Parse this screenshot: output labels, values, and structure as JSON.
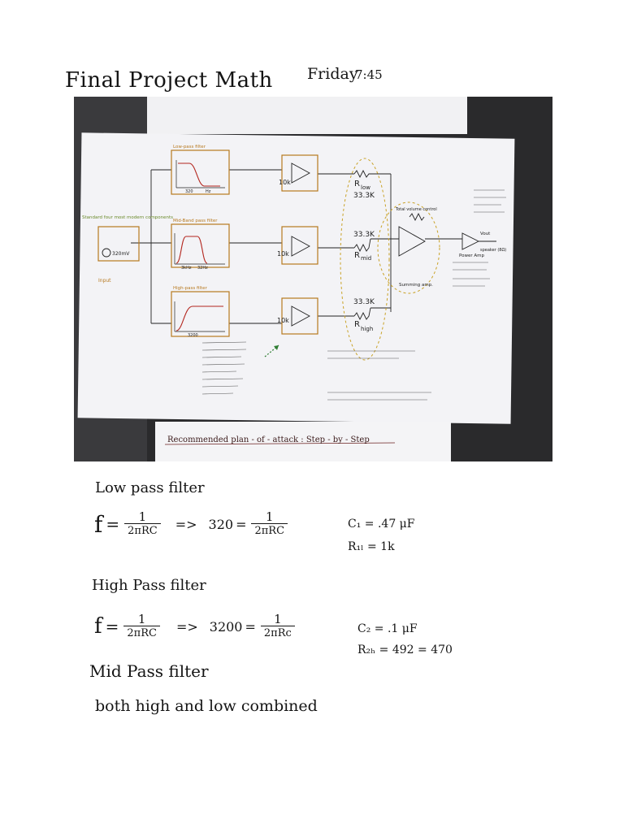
{
  "header": {
    "title": "Final Project Math",
    "day": "Friday",
    "time": "7:45"
  },
  "photo": {
    "plan_heading": "Recommended plan - of - attack : Step - by - Step",
    "boxes": {
      "low": {
        "title": "Low-pass filter",
        "xtick1": "320",
        "xtick2": "Hz"
      },
      "mid": {
        "title": "Mid-Band pass filter",
        "xtick1": "3kHz",
        "xtick2": "32Hz"
      },
      "high": {
        "title": "High-pass filter",
        "xtick1": "3200"
      }
    },
    "labels": {
      "source_title": "Standard four most modern components",
      "source_value": "320mV",
      "input": "Input",
      "r_in_low": "10k",
      "r_in_mid": "10k",
      "r_in_high": "10k",
      "r_low": "R",
      "r_low_sub": "low",
      "r_low_val": "33.3K",
      "r_mid_val": "33.3K",
      "r_mid": "R",
      "r_mid_sub": "mid",
      "r_high_val": "33.3K",
      "r_high": "R",
      "r_high_sub": "high",
      "volume": "Total volume control",
      "summing": "Summing amp.",
      "power_amp": "Power Amp",
      "vout": "Vout",
      "speaker": "speaker (8Ω)"
    }
  },
  "notes": {
    "low_heading": "Low pass filter",
    "low_f": "f",
    "low_num": "1",
    "low_den": "2πRC",
    "low_arrow": "=>",
    "low_val": "320",
    "low_num2": "1",
    "low_den2": "2πRC",
    "c1": "C₁ = .47 μF",
    "r1": "R₁ₗ = 1k",
    "high_heading": "High Pass filter",
    "high_f": "f",
    "high_num": "1",
    "high_den": "2πRC",
    "high_arrow": "=>",
    "high_val": "3200",
    "high_num2": "1",
    "high_den2": "2πRc",
    "c2": "C₂ = .1 μF",
    "r2": "R₂ₕ = 492 = 470",
    "mid_heading": "Mid Pass filter",
    "mid_note": "both high and low combined"
  }
}
